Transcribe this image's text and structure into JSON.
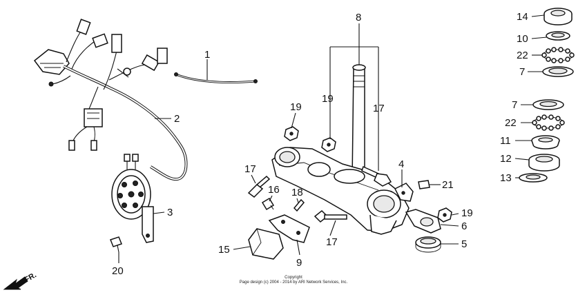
{
  "diagram": {
    "callouts": [
      "1",
      "2",
      "3",
      "4",
      "5",
      "6",
      "7",
      "8",
      "9",
      "10",
      "11",
      "12",
      "13",
      "14",
      "15",
      "16",
      "17",
      "18",
      "19",
      "20",
      "21",
      "22"
    ],
    "labels": {
      "n1": "1",
      "n2": "2",
      "n3": "3",
      "n4": "4",
      "n5": "5",
      "n6": "6",
      "n7a": "7",
      "n7b": "7",
      "n8": "8",
      "n9": "9",
      "n10": "10",
      "n11": "11",
      "n12": "12",
      "n13": "13",
      "n14": "14",
      "n15": "15",
      "n16": "16",
      "n17a": "17",
      "n17b": "17",
      "n17c": "17",
      "n18": "18",
      "n19a": "19",
      "n19b": "19",
      "n19c": "19",
      "n20": "20",
      "n21": "21",
      "n22a": "22",
      "n22b": "22"
    },
    "front_indicator": "FR.",
    "copyright_line1": "Copyright",
    "copyright_line2": "Page design (c) 2004 - 2014 by ARI Network Services, Inc."
  }
}
